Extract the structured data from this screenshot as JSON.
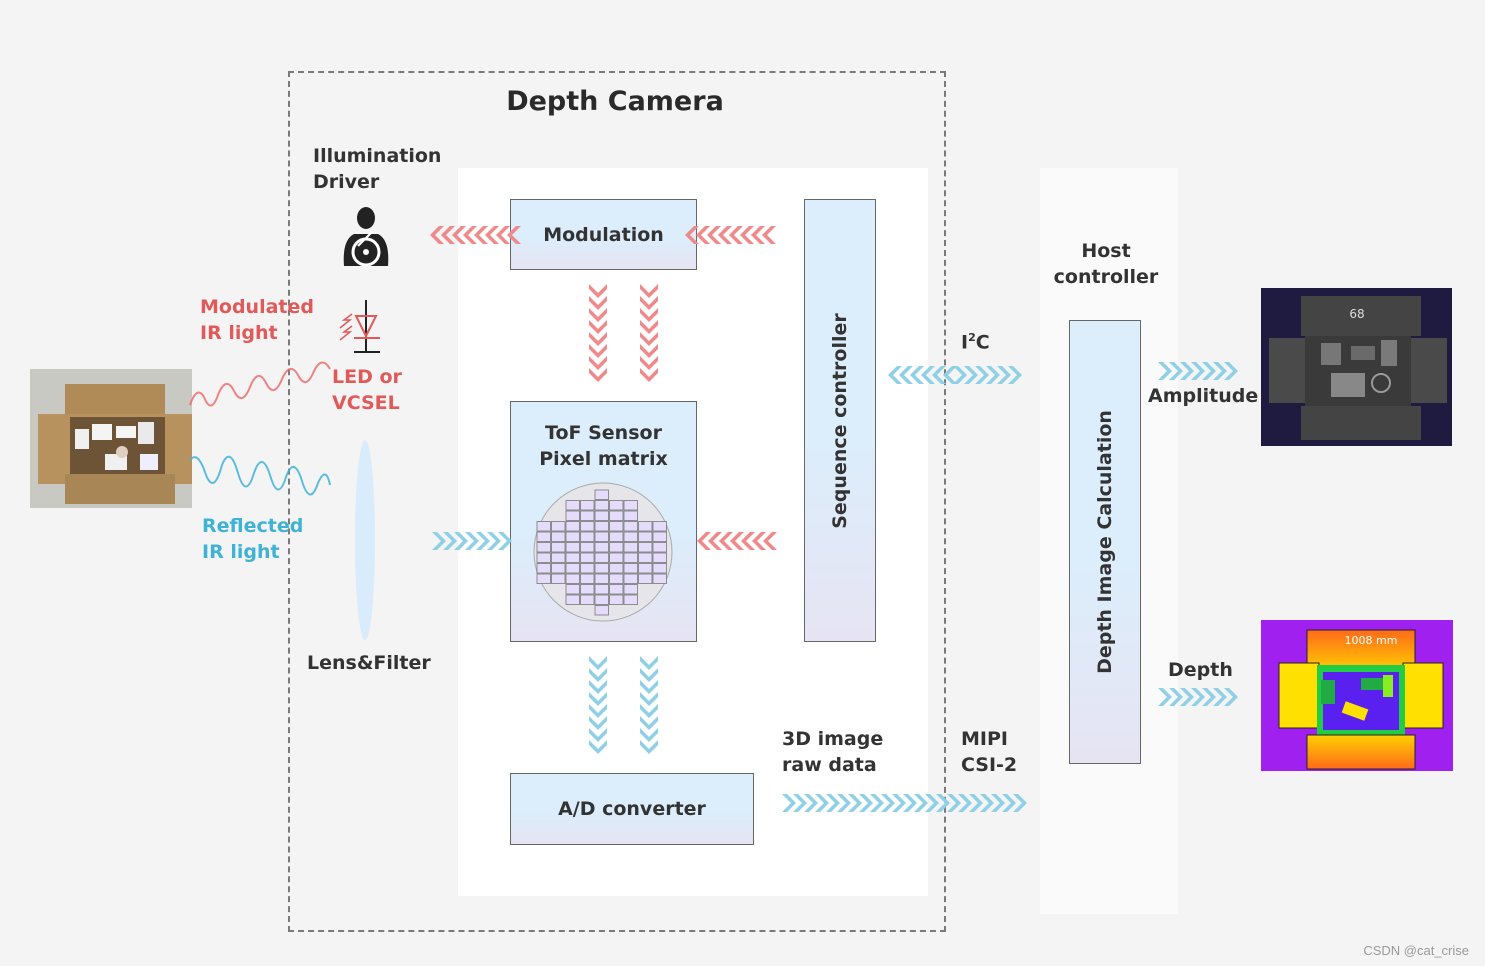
{
  "title": "Depth Camera",
  "illumination_driver": {
    "line1": "Illumination",
    "line2": "Driver"
  },
  "modulated_ir": {
    "line1": "Modulated",
    "line2": "IR light"
  },
  "led": {
    "line1": "LED or",
    "line2": "VCSEL"
  },
  "reflected_ir": {
    "line1": "Reflected",
    "line2": "IR light"
  },
  "lens_filter": "Lens&Filter",
  "modulation": "Modulation",
  "tof_sensor": {
    "line1": "ToF Sensor",
    "line2": "Pixel matrix"
  },
  "sequence_controller": "Sequence controller",
  "ad_converter": "A/D converter",
  "raw_data": {
    "line1": "3D image",
    "line2": "raw data"
  },
  "i2c": {
    "main": "I",
    "sup": "2",
    "rest": "C"
  },
  "mipi": {
    "line1": "MIPI",
    "line2": "CSI-2"
  },
  "host_controller": {
    "line1": "Host",
    "line2": "controller"
  },
  "depth_calc": "Depth Image Calculation",
  "amplitude": "Amplitude",
  "depth": "Depth",
  "amplitude_readout": "68",
  "depth_readout": "1008 mm",
  "watermark": "CSDN @cat_crise",
  "colors": {
    "red_arrow": "#f08a8a",
    "blue_arrow": "#8fd0e6",
    "red_text": "#e05a5a",
    "blue_text": "#3fb3d6",
    "box_fill": "#dcedfb"
  }
}
